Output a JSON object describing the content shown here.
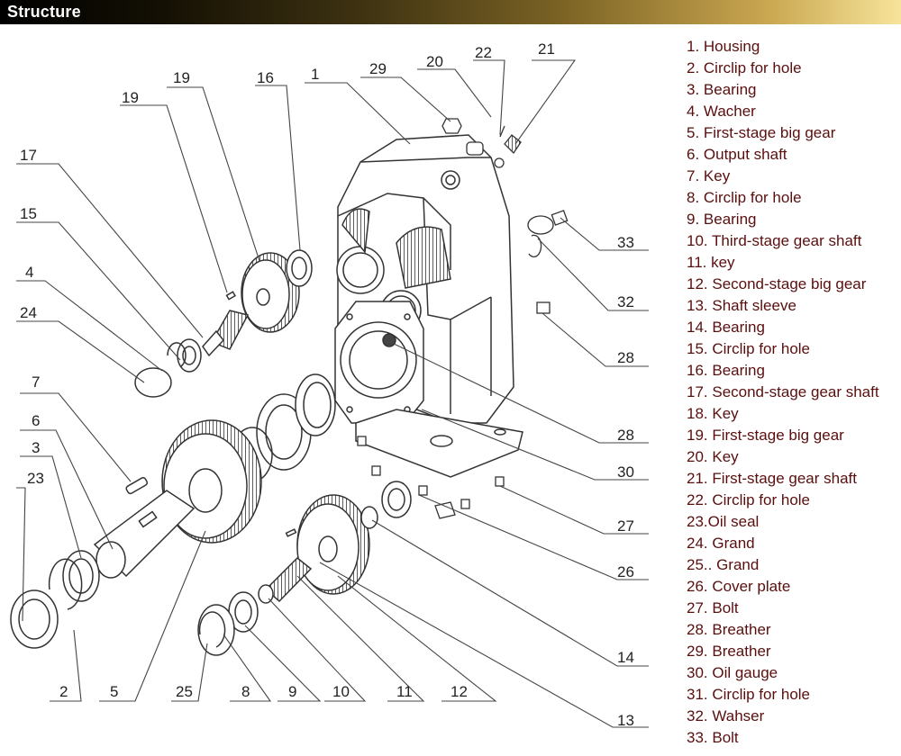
{
  "header": {
    "title": "Structure"
  },
  "callouts": [
    {
      "id": "c1",
      "label": "1"
    },
    {
      "id": "c29",
      "label": "29"
    },
    {
      "id": "c20",
      "label": "20"
    },
    {
      "id": "c22",
      "label": "22"
    },
    {
      "id": "c21",
      "label": "21"
    },
    {
      "id": "c19a",
      "label": "19"
    },
    {
      "id": "c19b",
      "label": "19"
    },
    {
      "id": "c16",
      "label": "16"
    },
    {
      "id": "c17",
      "label": "17"
    },
    {
      "id": "c15",
      "label": "15"
    },
    {
      "id": "c4",
      "label": "4"
    },
    {
      "id": "c24",
      "label": "24"
    },
    {
      "id": "c7",
      "label": "7"
    },
    {
      "id": "c6",
      "label": "6"
    },
    {
      "id": "c3",
      "label": "3"
    },
    {
      "id": "c23",
      "label": "23"
    },
    {
      "id": "c33",
      "label": "33"
    },
    {
      "id": "c32",
      "label": "32"
    },
    {
      "id": "c28a",
      "label": "28"
    },
    {
      "id": "c28b",
      "label": "28"
    },
    {
      "id": "c30",
      "label": "30"
    },
    {
      "id": "c27",
      "label": "27"
    },
    {
      "id": "c26",
      "label": "26"
    },
    {
      "id": "c14",
      "label": "14"
    },
    {
      "id": "c13",
      "label": "13"
    },
    {
      "id": "c2",
      "label": "2"
    },
    {
      "id": "c5",
      "label": "5"
    },
    {
      "id": "c25",
      "label": "25"
    },
    {
      "id": "c8",
      "label": "8"
    },
    {
      "id": "c9",
      "label": "9"
    },
    {
      "id": "c10",
      "label": "10"
    },
    {
      "id": "c11",
      "label": "11"
    },
    {
      "id": "c12",
      "label": "12"
    }
  ],
  "parts": [
    "1. Housing",
    "2. Circlip for hole",
    "3. Bearing",
    "4. Wacher",
    "5. First-stage big gear",
    "6. Output shaft",
    "7. Key",
    "8. Circlip for hole",
    "9. Bearing",
    "10. Third-stage gear shaft",
    "11. key",
    "12. Second-stage big gear",
    "13. Shaft sleeve",
    "14. Bearing",
    "15. Circlip for hole",
    "16. Bearing",
    "17. Second-stage gear shaft",
    "18. Key",
    "19. First-stage big gear",
    "20. Key",
    "21. First-stage gear shaft",
    "22. Circlip for hole",
    "23.Oil seal",
    "24. Grand",
    "25.. Grand",
    "26. Cover plate",
    "27. Bolt",
    "28. Breather",
    "29. Breather",
    "30. Oil gauge",
    "31. Circlip for hole",
    "32. Wahser",
    "33. Bolt"
  ],
  "colors": {
    "text_red": "#5a0f0f",
    "line": "#444444",
    "header_white": "#ffffff"
  }
}
